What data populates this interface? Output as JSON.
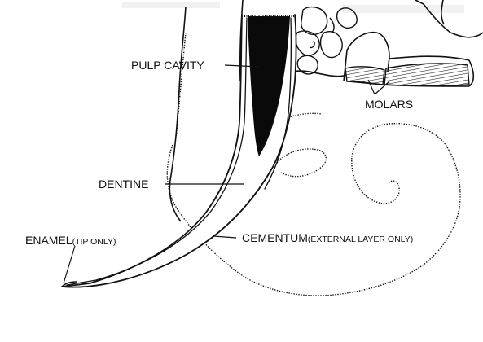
{
  "labels": {
    "pulp_cavity": "PULP CAVITY",
    "molars": "MOLARS",
    "dentine": "DENTINE",
    "enamel": "ENAMEL",
    "enamel_note": "(TIP ONLY)",
    "cementum": "CEMENTUM",
    "cementum_note": "(EXTERNAL LAYER ONLY)"
  },
  "colors": {
    "ink": "#111111",
    "paper": "#ffffff",
    "pulp_fill": "#0a0a0a"
  }
}
